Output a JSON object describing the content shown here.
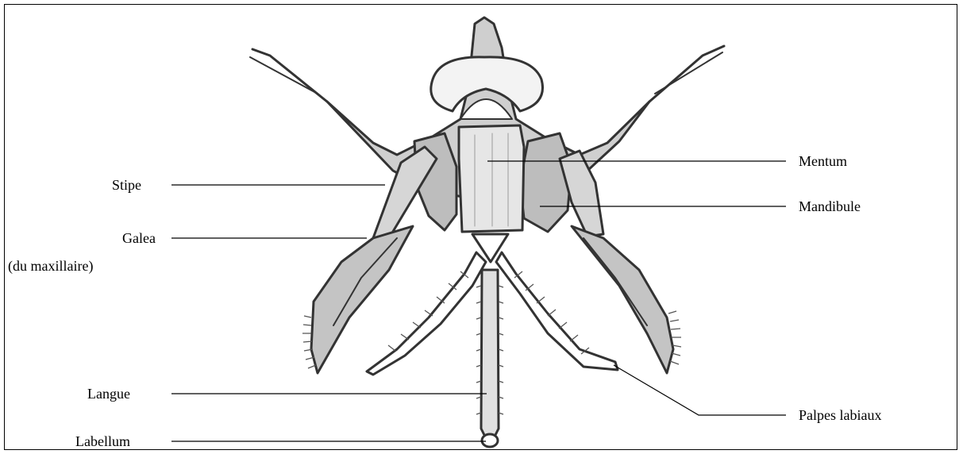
{
  "diagram": {
    "labels": {
      "stipe": "Stipe",
      "galea": "Galea",
      "galea_sub": "(du maxillaire)",
      "langue": "Langue",
      "labellum": "Labellum",
      "mentum": "Mentum",
      "mandibule": "Mandibule",
      "palpes_labiaux": "Palpes labiaux"
    },
    "colors": {
      "ink": "#333333",
      "shade": "#c8c8c8",
      "background": "#ffffff"
    }
  }
}
